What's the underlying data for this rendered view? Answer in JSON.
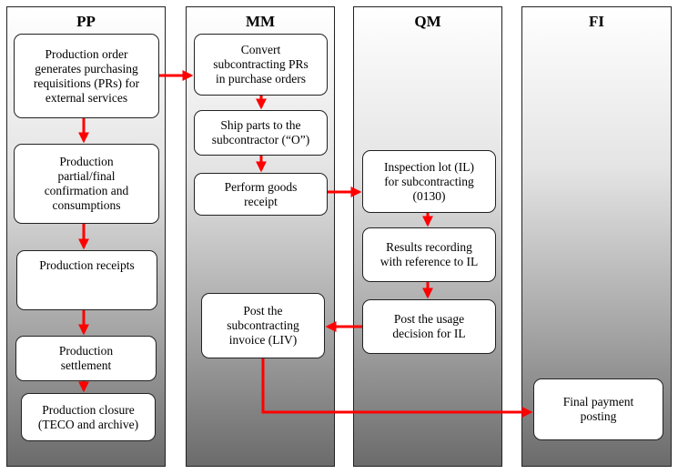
{
  "lanes": {
    "pp": "PP",
    "mm": "MM",
    "qm": "QM",
    "fi": "FI"
  },
  "boxes": {
    "pp_prod_order": "Production order\ngenerates purchasing\nrequisitions (PRs) for\nexternal services",
    "pp_confirmation": "Production\npartial/final\nconfirmation and\nconsumptions",
    "pp_receipts": "Production receipts",
    "pp_settlement": "Production\nsettlement",
    "pp_closure": "Production closure\n(TECO and archive)",
    "mm_convert": "Convert\nsubcontracting PRs\nin purchase orders",
    "mm_ship": "Ship parts to the\nsubcontractor (“O”)",
    "mm_goods_receipt": "Perform goods\nreceipt",
    "mm_post_invoice": "Post the\nsubcontracting\ninvoice (LIV)",
    "qm_inspection": "Inspection lot (IL)\nfor subcontracting\n(0130)",
    "qm_results": "Results recording\nwith reference to IL",
    "qm_usage": "Post the usage\ndecision for IL",
    "fi_payment": "Final payment\nposting"
  },
  "colors": {
    "arrow": "#ff0000",
    "box_border": "#222222"
  }
}
